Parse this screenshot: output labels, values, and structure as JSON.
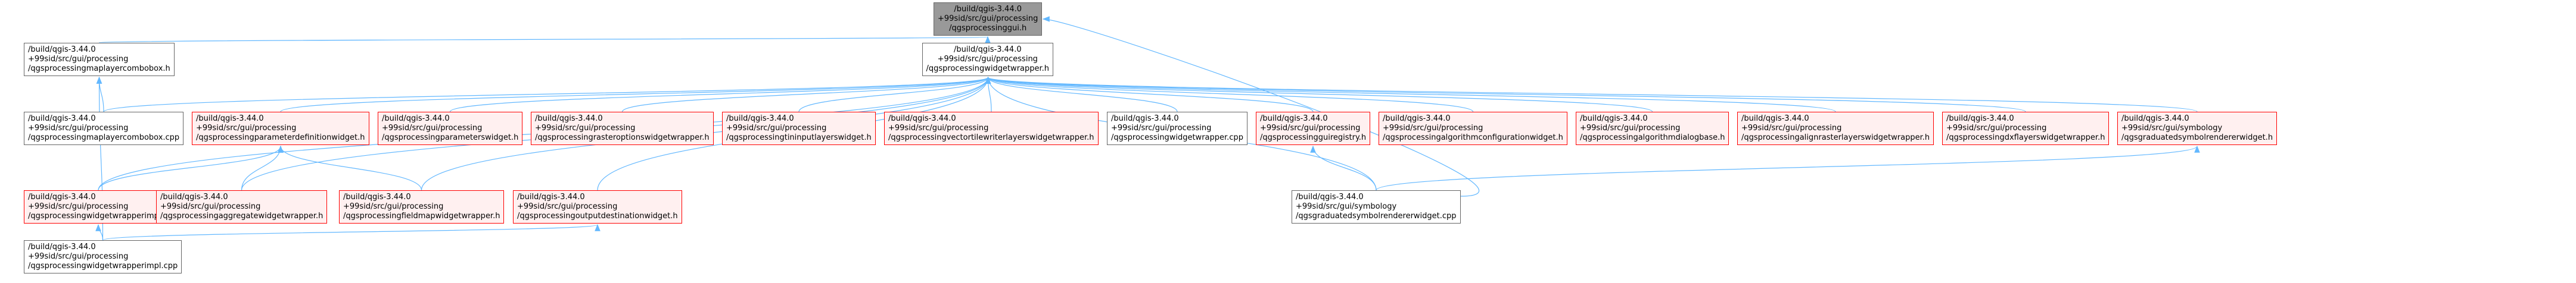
{
  "colors": {
    "edge": "#63b8ff",
    "root_fill": "#999999",
    "red_border": "#ff0000",
    "gray_border": "#666666"
  },
  "nodes": {
    "root": [
      "/build/qgis-3.44.0",
      "+99sid/src/gui/processing",
      "/qgsprocessinggui.h"
    ],
    "maplayercombobox_h": [
      "/build/qgis-3.44.0",
      "+99sid/src/gui/processing",
      "/qgsprocessingmaplayercombobox.h"
    ],
    "widgetwrapper_h": [
      "/build/qgis-3.44.0",
      "+99sid/src/gui/processing",
      "/qgsprocessingwidgetwrapper.h"
    ],
    "maplayercombobox_cpp": [
      "/build/qgis-3.44.0",
      "+99sid/src/gui/processing",
      "/qgsprocessingmaplayercombobox.cpp"
    ],
    "paramdefwidget_h": [
      "/build/qgis-3.44.0",
      "+99sid/src/gui/processing",
      "/qgsprocessingparameterdefinitionwidget.h"
    ],
    "parameterswidget_h": [
      "/build/qgis-3.44.0",
      "+99sid/src/gui/processing",
      "/qgsprocessingparameterswidget.h"
    ],
    "rasteroptions_h": [
      "/build/qgis-3.44.0",
      "+99sid/src/gui/processing",
      "/qgsprocessingrasteroptionswidgetwrapper.h"
    ],
    "tininput_h": [
      "/build/qgis-3.44.0",
      "+99sid/src/gui/processing",
      "/qgsprocessingtininputlayerswidget.h"
    ],
    "vectortile_h": [
      "/build/qgis-3.44.0",
      "+99sid/src/gui/processing",
      "/qgsprocessingvectortilewriterlayerswidgetwrapper.h"
    ],
    "widgetwrapper_cpp": [
      "/build/qgis-3.44.0",
      "+99sid/src/gui/processing",
      "/qgsprocessingwidgetwrapper.cpp"
    ],
    "guiregistry_h": [
      "/build/qgis-3.44.0",
      "+99sid/src/gui/processing",
      "/qgsprocessingguiregistry.h"
    ],
    "algconfig_h": [
      "/build/qgis-3.44.0",
      "+99sid/src/gui/processing",
      "/qgsprocessingalgorithmconfigurationwidget.h"
    ],
    "algdialogbase_h": [
      "/build/qgis-3.44.0",
      "+99sid/src/gui/processing",
      "/qgsprocessingalgorithmdialogbase.h"
    ],
    "alignraster_h": [
      "/build/qgis-3.44.0",
      "+99sid/src/gui/processing",
      "/qgsprocessingalignrasterlayerswidgetwrapper.h"
    ],
    "dxflayers_h": [
      "/build/qgis-3.44.0",
      "+99sid/src/gui/processing",
      "/qgsprocessingdxflayerswidgetwrapper.h"
    ],
    "graduated_h": [
      "/build/qgis-3.44.0",
      "+99sid/src/gui/symbology",
      "/qgsgraduatedsymbolrendererwidget.h"
    ],
    "wrapperimpl_h": [
      "/build/qgis-3.44.0",
      "+99sid/src/gui/processing",
      "/qgsprocessingwidgetwrapperimpl.h"
    ],
    "aggregate_h": [
      "/build/qgis-3.44.0",
      "+99sid/src/gui/processing",
      "/qgsprocessingaggregatewidgetwrapper.h"
    ],
    "fieldmap_h": [
      "/build/qgis-3.44.0",
      "+99sid/src/gui/processing",
      "/qgsprocessingfieldmapwidgetwrapper.h"
    ],
    "outputdest_h": [
      "/build/qgis-3.44.0",
      "+99sid/src/gui/processing",
      "/qgsprocessingoutputdestinationwidget.h"
    ],
    "graduated_cpp": [
      "/build/qgis-3.44.0",
      "+99sid/src/gui/symbology",
      "/qgsgraduatedsymbolrendererwidget.cpp"
    ],
    "wrapperimpl_cpp": [
      "/build/qgis-3.44.0",
      "+99sid/src/gui/processing",
      "/qgsprocessingwidgetwrapperimpl.cpp"
    ]
  }
}
